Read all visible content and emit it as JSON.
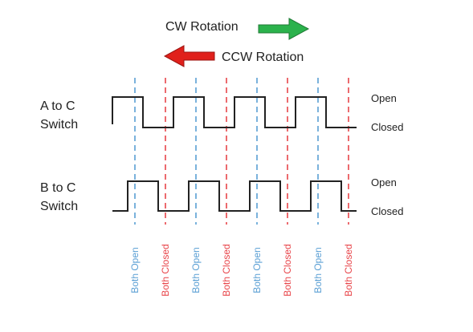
{
  "header": {
    "cw_label": "CW Rotation",
    "ccw_label": "CCW Rotation"
  },
  "channels": {
    "a": {
      "name_line1": "A to C",
      "name_line2": "Switch",
      "open_label": "Open",
      "closed_label": "Closed"
    },
    "b": {
      "name_line1": "B to C",
      "name_line2": "Switch",
      "open_label": "Open",
      "closed_label": "Closed"
    }
  },
  "markers": [
    {
      "label": "Both Open"
    },
    {
      "label": "Both Closed"
    },
    {
      "label": "Both Open"
    },
    {
      "label": "Both Closed"
    },
    {
      "label": "Both Open"
    },
    {
      "label": "Both Closed"
    },
    {
      "label": "Both Open"
    },
    {
      "label": "Both Closed"
    }
  ],
  "colors": {
    "cw_arrow": "#2bb24c",
    "ccw_arrow": "#e0201b",
    "open_marker": "#5a9fd4",
    "closed_marker": "#e8454a",
    "waveform": "#222222"
  }
}
